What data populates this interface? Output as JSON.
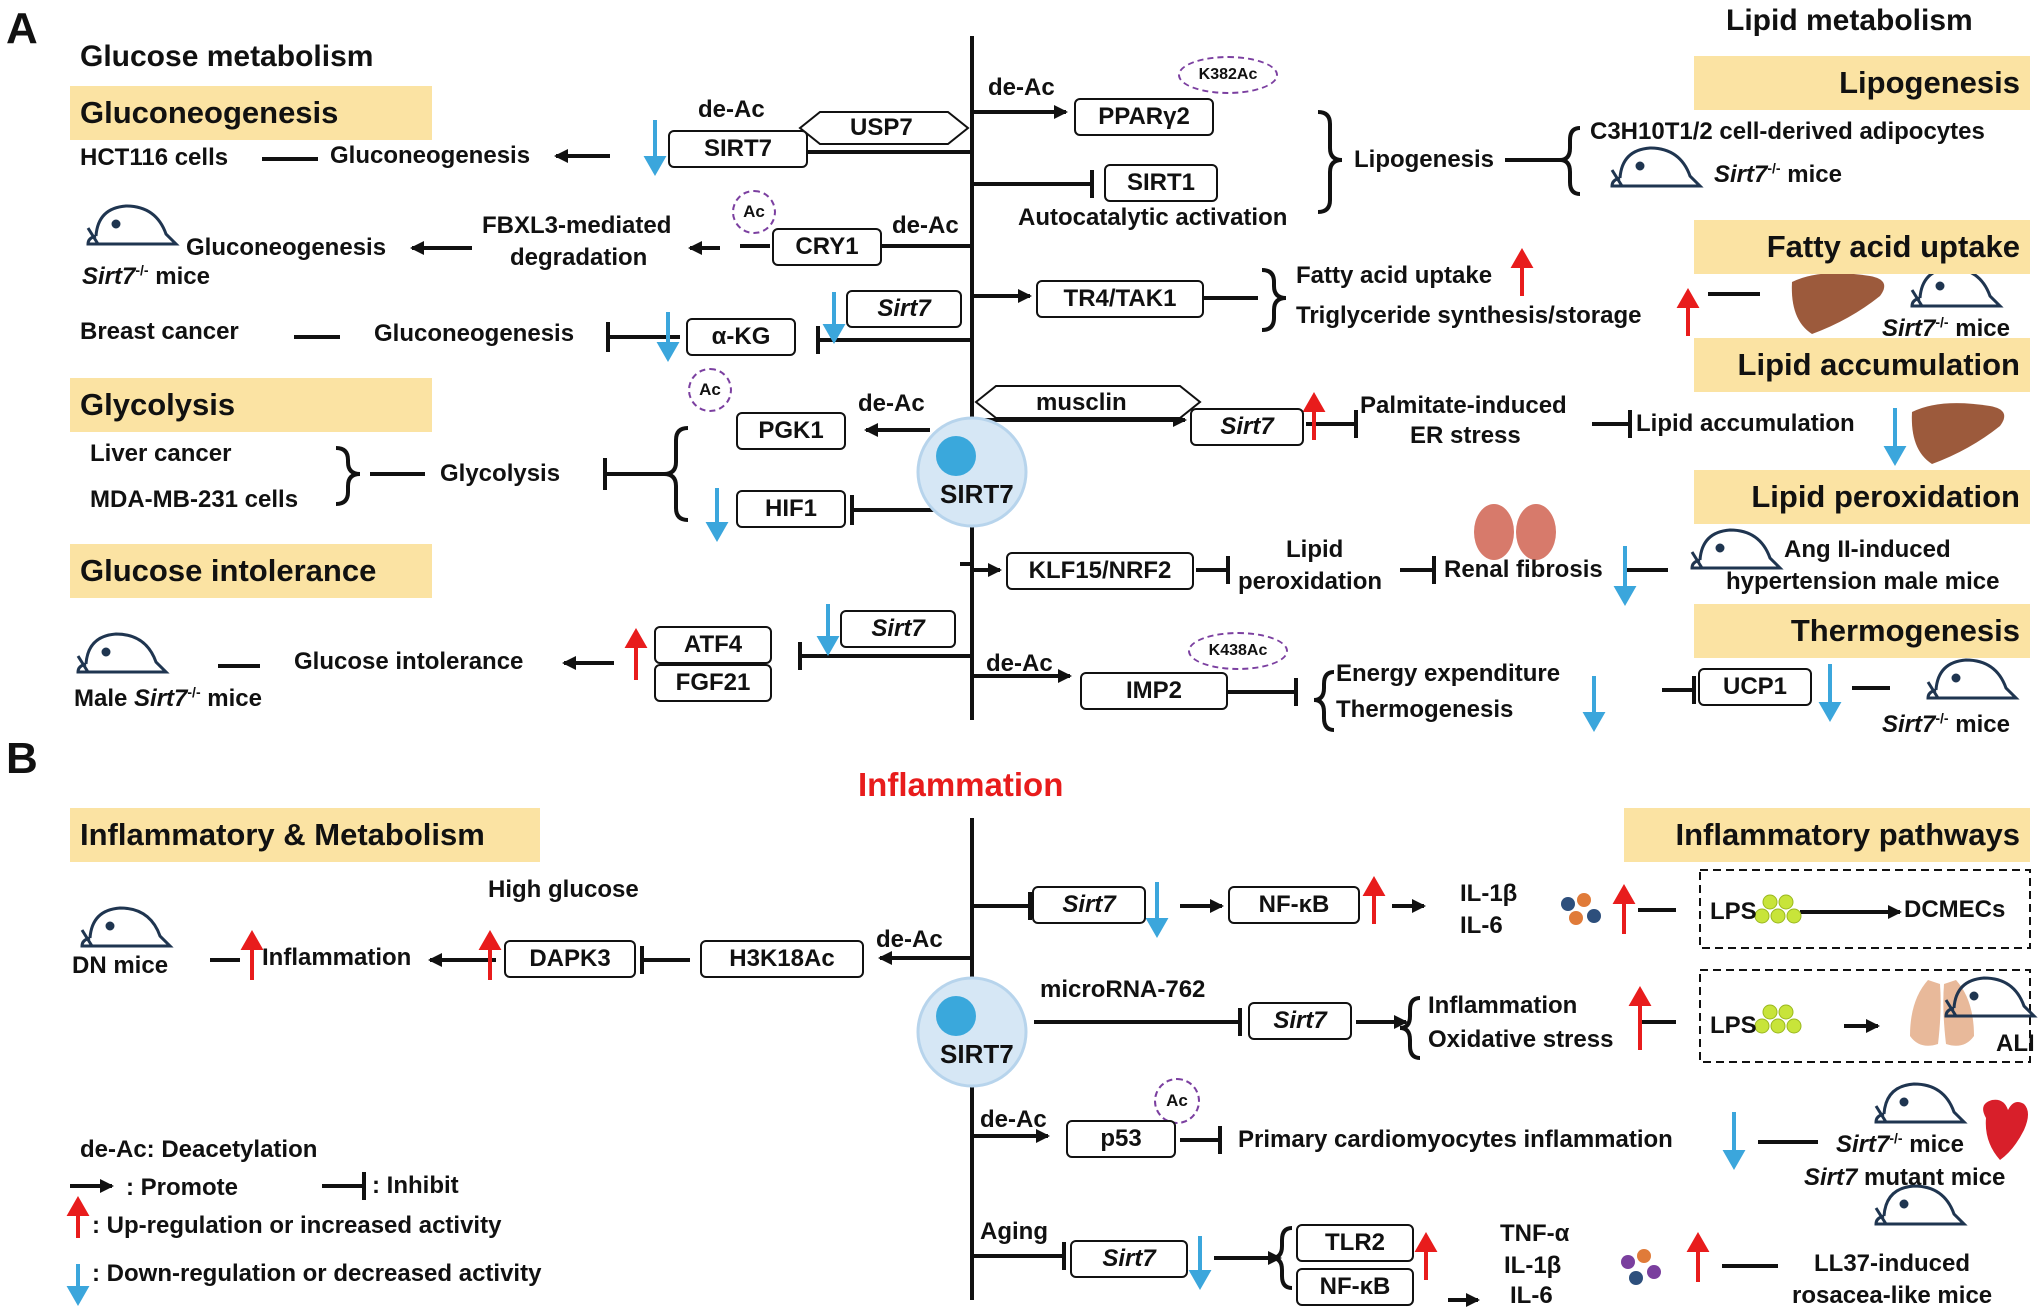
{
  "panel_a": {
    "label": "A",
    "glucose_title": "Glucose metabolism",
    "lipid_title": "Lipid metabolism",
    "gluconeogenesis_header": "Gluconeogenesis",
    "glycolysis_header": "Glycolysis",
    "glucose_intolerance_header": "Glucose intolerance",
    "lipogenesis_header": "Lipogenesis",
    "fatty_acid_header": "Fatty acid uptake",
    "lipid_accum_header": "Lipid accumulation",
    "lipid_perox_header": "Lipid peroxidation",
    "thermogenesis_header": "Thermogenesis",
    "left": {
      "deac_sirt7": "de-Ac",
      "sirt7_box": "SIRT7",
      "usp7": "USP7",
      "hct116": "HCT116 cells",
      "gluconeo1": "Gluconeogenesis",
      "ac1": "Ac",
      "fbxl3": "FBXL3-mediated",
      "degradation": "degradation",
      "deac_cry1": "de-Ac",
      "cry1": "CRY1",
      "gluconeo2": "Gluconeogenesis",
      "sirt7_mice_1": "Sirt7",
      "sirt7_mice_1_sup": "-/-",
      "mice_word_1": "mice",
      "breast_cancer": "Breast cancer",
      "gluconeo3": "Gluconeogenesis",
      "akg": "α-KG",
      "sirt7_italic_1": "Sirt7",
      "ac2": "Ac",
      "deac_pgk1": "de-Ac",
      "pgk1": "PGK1",
      "hif1": "HIF1",
      "liver_cancer": "Liver cancer",
      "mda": "MDA-MB-231 cells",
      "glycolysis": "Glycolysis",
      "atf4": "ATF4",
      "fgf21": "FGF21",
      "sirt7_italic_2": "Sirt7",
      "glucose_intol": "Glucose intolerance",
      "male_mice_a": "Male ",
      "male_mice_b": "Sirt7",
      "male_mice_sup": "-/-",
      "male_mice_c": " mice"
    },
    "right": {
      "deac_ppar": "de-Ac",
      "k382": "K382Ac",
      "ppar": "PPARγ2",
      "sirt1": "SIRT1",
      "autocat": "Autocatalytic activation",
      "lipogenesis_mid": "Lipogenesis",
      "c3h": "C3H10T1/2 cell-derived adipocytes",
      "sirt7_mice_r1": "Sirt7",
      "sirt7_mice_r1_sup": "-/-",
      "mice_r1": "mice",
      "tr4": "TR4/TAK1",
      "fa_uptake": "Fatty acid uptake",
      "tg_synth": "Triglyceride synthesis/storage",
      "sirt7_mice_r2": "Sirt7",
      "sirt7_mice_r2_sup": "-/-",
      "mice_r2": "mice",
      "musclin": "musclin",
      "sirt7_italic_r": "Sirt7",
      "palmitate": "Palmitate-induced",
      "er_stress": "ER stress",
      "lipid_accum": "Lipid accumulation",
      "klf15": "KLF15/NRF2",
      "lipid": "Lipid",
      "peroxidation": "peroxidation",
      "renal": "Renal fibrosis",
      "angii": "Ang II-induced",
      "hyper": "hypertension male mice",
      "deac_imp2": "de-Ac",
      "k438": "K438Ac",
      "imp2": "IMP2",
      "energy": "Energy expenditure",
      "thermo": "Thermogenesis",
      "ucp1": "UCP1",
      "sirt7_mice_r3": "Sirt7",
      "sirt7_mice_r3_sup": "-/-",
      "mice_r3": "mice"
    },
    "center": "SIRT7"
  },
  "panel_b": {
    "label": "B",
    "title": "Inflammation",
    "left_header": "Inflammatory & Metabolism",
    "right_header": "Inflammatory pathways",
    "high_glucose": "High glucose",
    "deac_h3": "de-Ac",
    "h3k18": "H3K18Ac",
    "dapk3": "DAPK3",
    "inflammation": "Inflammation",
    "dn_mice": "DN mice",
    "center": "SIRT7",
    "row1": {
      "sirt7": "Sirt7",
      "nfkb": "NF-κB",
      "il1b": "IL-1β",
      "il6": "IL-6",
      "lps": "LPS",
      "dcmecs": "DCMECs"
    },
    "row2": {
      "mirna": "microRNA-762",
      "sirt7": "Sirt7",
      "inflam": "Inflammation",
      "oxid": "Oxidative stress",
      "lps": "LPS",
      "ali": "ALI"
    },
    "row3": {
      "deac": "de-Ac",
      "ac": "Ac",
      "p53": "p53",
      "primary": "Primary cardiomyocytes inflammation",
      "mice_a": "Sirt7",
      "mice_sup": "-/-",
      "mice_b": " mice",
      "mutant_a": "Sirt7",
      "mutant_b": " mutant mice"
    },
    "row4": {
      "aging": "Aging",
      "sirt7": "Sirt7",
      "tlr2": "TLR2",
      "nfkb": "NF-κB",
      "tnf": "TNF-α",
      "il1b": "IL-1β",
      "il6": "IL-6",
      "ll37": "LL37-induced",
      "rosacea": "rosacea-like mice"
    }
  },
  "legend": {
    "deac": "de-Ac: Deacetylation",
    "promote": ": Promote",
    "inhibit": ": Inhibit",
    "up": ": Up-regulation or increased activity",
    "down": ": Down-regulation or decreased activity"
  },
  "colors": {
    "up_arrow": "#e81c1c",
    "down_arrow": "#3ba6dc",
    "header_bg": "#fbe3a3",
    "inflammation_title": "#e81c1c",
    "ac_circle": "#7b3fa0"
  }
}
